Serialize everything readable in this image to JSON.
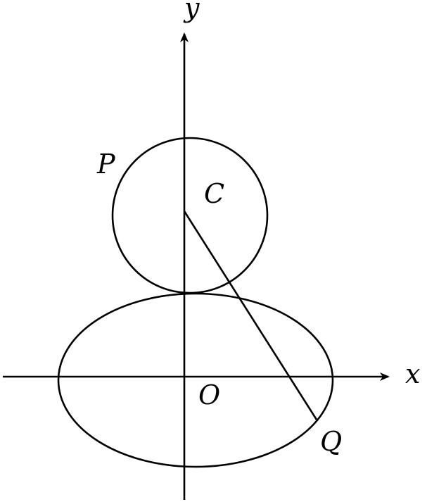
{
  "labels": {
    "y_axis": "y",
    "x_axis": "x",
    "origin": "O",
    "circle_center": "C",
    "point_p": "P",
    "point_q": "Q"
  },
  "colors": {
    "stroke": "#000000",
    "background": "#ffffff"
  }
}
